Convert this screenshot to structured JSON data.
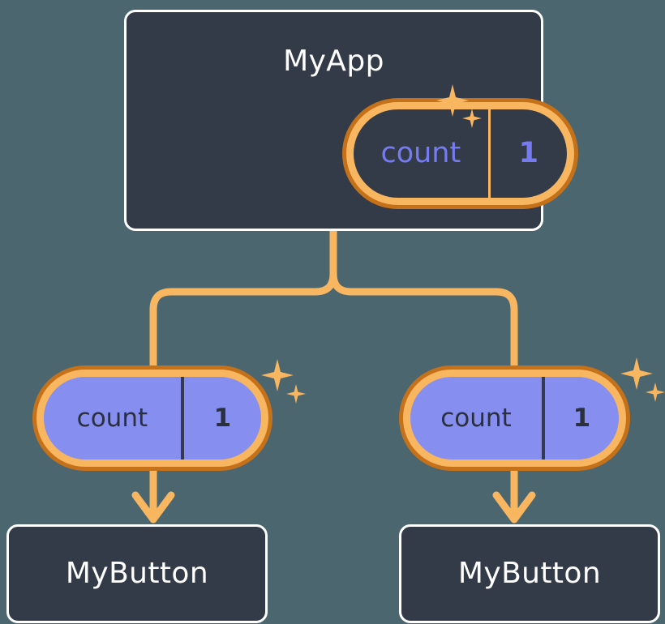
{
  "diagram": {
    "title": "MyApp state propagation tree",
    "background_color": "#4c6670",
    "accent_color": "#f8b660",
    "accent_dark_color": "#c5711a",
    "card_color": "#333b49",
    "purple_color": "#868ef0",
    "purple_text_color": "#777bf0"
  },
  "root": {
    "label": "MyApp",
    "state": {
      "key": "count",
      "value": "1"
    },
    "sparkle_big": "sparkle-icon",
    "sparkle_small": "sparkle-icon"
  },
  "children": [
    {
      "state": {
        "key": "count",
        "value": "1"
      },
      "component": {
        "label": "MyButton"
      },
      "sparkle_big": "sparkle-icon",
      "sparkle_small": "sparkle-icon"
    },
    {
      "state": {
        "key": "count",
        "value": "1"
      },
      "component": {
        "label": "MyButton"
      },
      "sparkle_big": "sparkle-icon",
      "sparkle_small": "sparkle-icon"
    }
  ],
  "connectors": {
    "trunk": "vertical-line",
    "split": "tee-branch",
    "arrow_left": "down-arrow",
    "arrow_right": "down-arrow"
  }
}
